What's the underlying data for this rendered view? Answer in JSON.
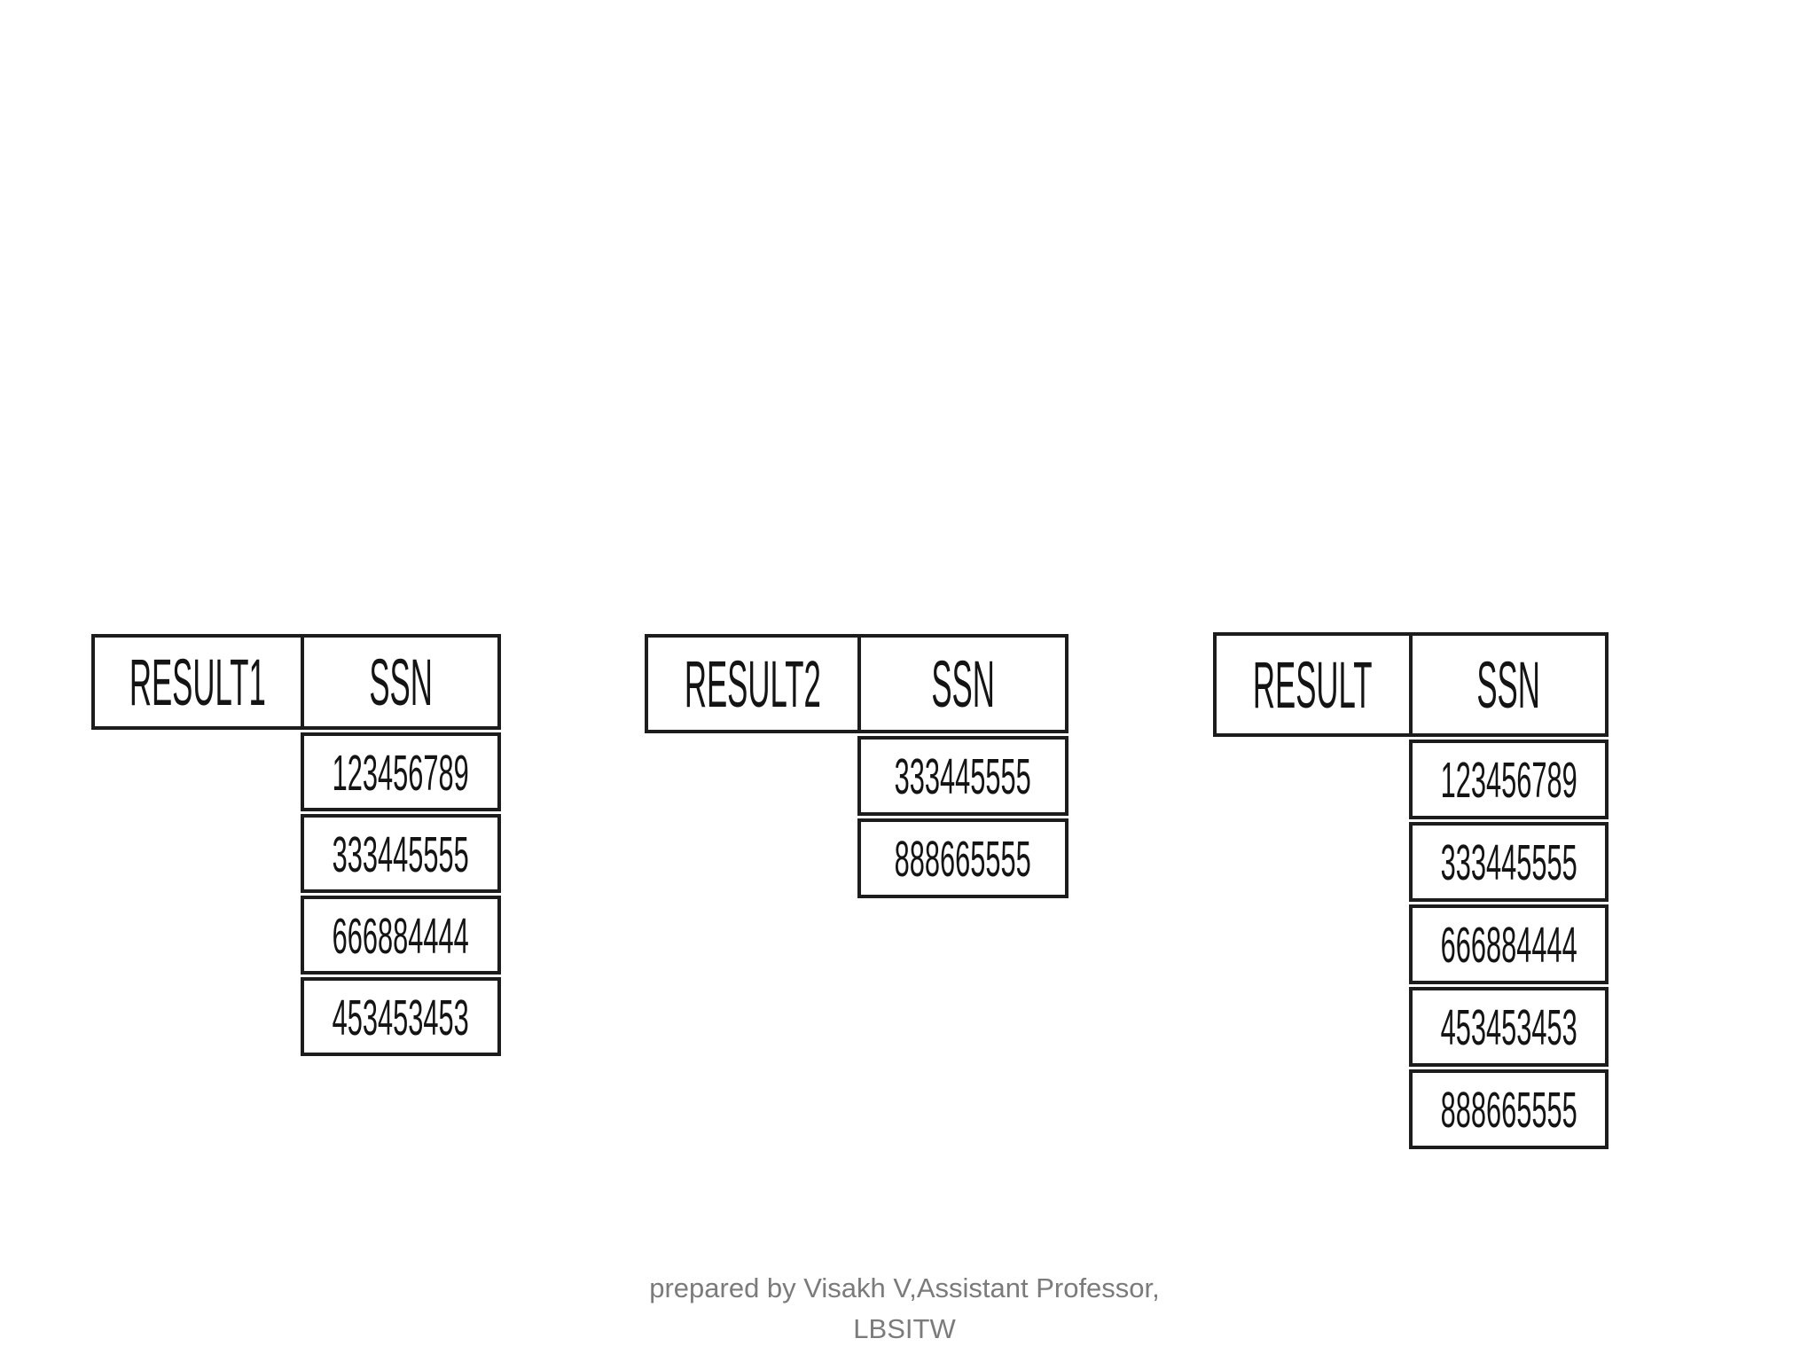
{
  "slide": {
    "background_color": "#ffffff",
    "table_border_color": "#1c1c1c",
    "table_text_color": "#141414"
  },
  "tables": [
    {
      "name": "RESULT1",
      "column_header": "SSN",
      "rows": [
        "123456789",
        "333445555",
        "666884444",
        "453453453"
      ]
    },
    {
      "name": "RESULT2",
      "column_header": "SSN",
      "rows": [
        "333445555",
        "888665555"
      ]
    },
    {
      "name": "RESULT",
      "column_header": "SSN",
      "rows": [
        "123456789",
        "333445555",
        "666884444",
        "453453453",
        "888665555"
      ]
    }
  ],
  "footer": {
    "line1": "prepared by Visakh V,Assistant Professor,",
    "line2": "LBSITW",
    "color": "#7b7b7b"
  }
}
